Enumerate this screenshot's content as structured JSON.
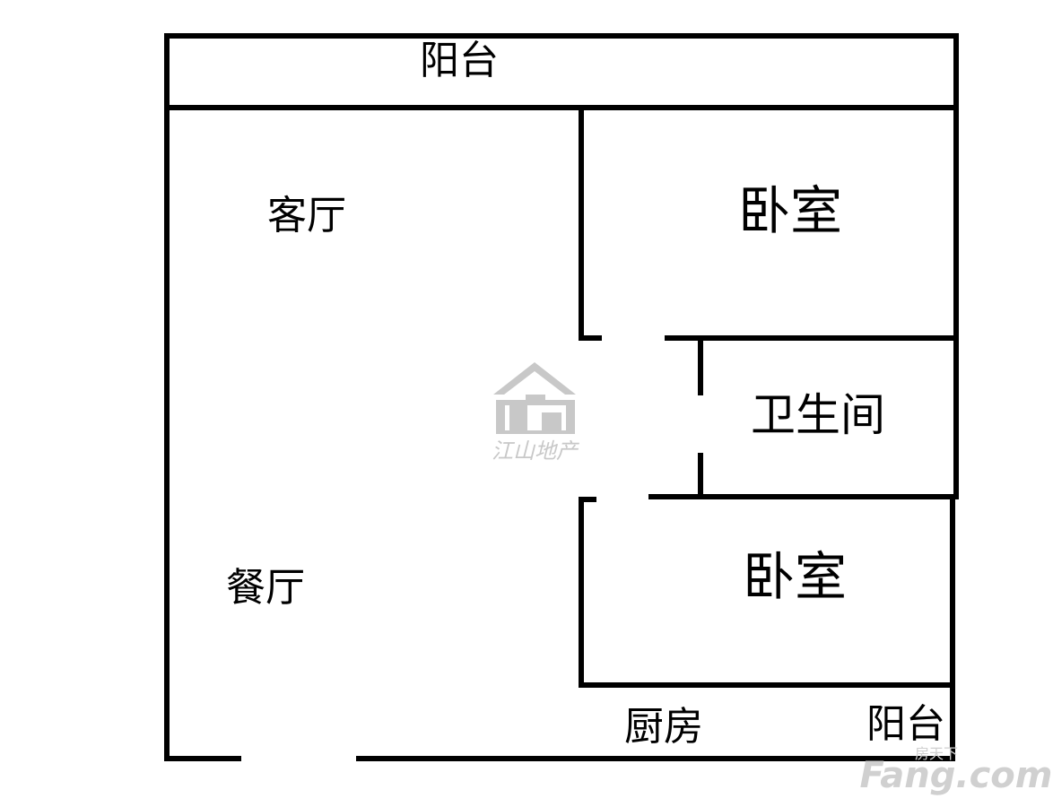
{
  "rooms": {
    "balcony_top": "阳台",
    "living_room": "客厅",
    "bedroom_top": "卧室",
    "bathroom": "卫生间",
    "dining_room": "餐厅",
    "bedroom_bottom": "卧室",
    "kitchen": "厨房",
    "balcony_bottom": "阳台"
  },
  "watermark": {
    "name": "江山地产",
    "color": "#c8c8c8"
  },
  "brand": {
    "cn": "房天下",
    "en": "Fang.com",
    "color": "#d0d0d0"
  },
  "colors": {
    "wall": "#000000",
    "background": "#ffffff"
  }
}
